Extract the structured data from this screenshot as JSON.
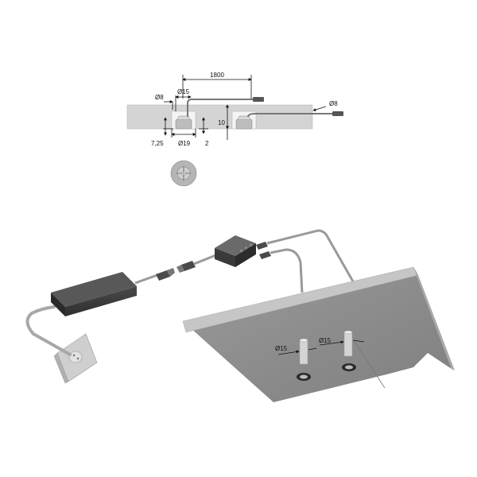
{
  "top_drawing": {
    "dims": {
      "cable_length": "1800",
      "cable_dia_left": "Ø8",
      "cable_dia_right": "Ø8",
      "drill_dia_small": "Ø15",
      "drill_dia_large": "Ø19",
      "depth": "10",
      "offset": "7,25",
      "flange": "2"
    }
  },
  "assembly": {
    "dims": {
      "hole_left": "Ø15",
      "hole_right": "Ø15"
    }
  },
  "colors": {
    "board_face": "#d2d2d2",
    "panel_face": "#8f8f8f",
    "panel_edge": "#c4c4c4",
    "driver": "#3d3d3d",
    "cable": "#9a9a9a"
  }
}
